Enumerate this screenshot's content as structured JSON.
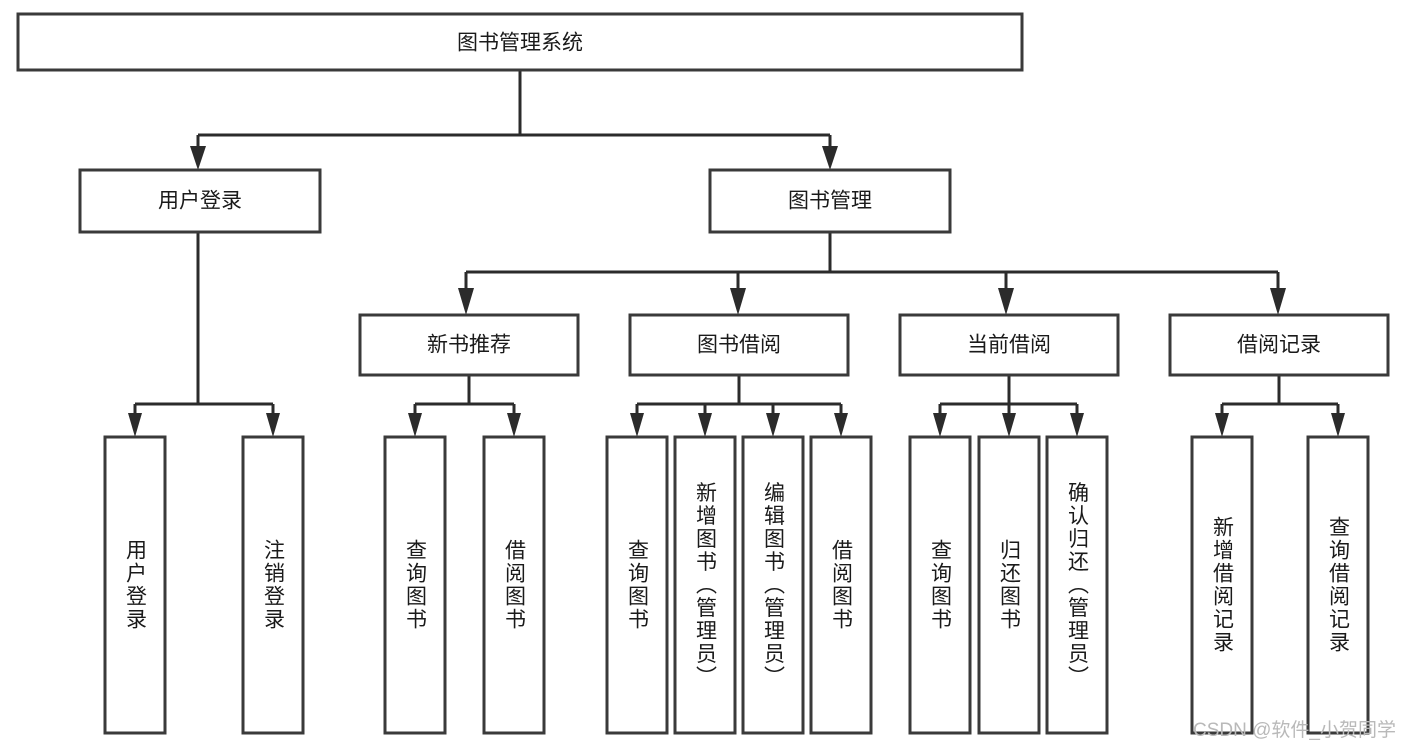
{
  "diagram": {
    "title_node": {
      "label": "图书管理系统",
      "orientation": "horizontal"
    },
    "level2": [
      {
        "id": "user-login",
        "label": "用户登录",
        "orientation": "horizontal"
      },
      {
        "id": "book-management",
        "label": "图书管理",
        "orientation": "horizontal"
      }
    ],
    "level3": [
      {
        "id": "new-book-recommend",
        "label": "新书推荐",
        "orientation": "horizontal"
      },
      {
        "id": "book-borrow",
        "label": "图书借阅",
        "orientation": "horizontal"
      },
      {
        "id": "current-borrow",
        "label": "当前借阅",
        "orientation": "horizontal"
      },
      {
        "id": "borrow-record",
        "label": "借阅记录",
        "orientation": "horizontal"
      }
    ],
    "leaves": {
      "user-login": [
        {
          "id": "leaf-user-login",
          "label": "用户登录",
          "orientation": "vertical"
        },
        {
          "id": "leaf-logout-login",
          "label": "注销登录",
          "orientation": "vertical"
        }
      ],
      "new-book-recommend": [
        {
          "id": "leaf-query-book-1",
          "label": "查询图书",
          "orientation": "vertical"
        },
        {
          "id": "leaf-borrow-book-1",
          "label": "借阅图书",
          "orientation": "vertical"
        }
      ],
      "book-borrow": [
        {
          "id": "leaf-query-book-2",
          "label": "查询图书",
          "orientation": "vertical"
        },
        {
          "id": "leaf-add-book",
          "label": "新增图书（管理员）",
          "orientation": "vertical"
        },
        {
          "id": "leaf-edit-book",
          "label": "编辑图书（管理员）",
          "orientation": "vertical"
        },
        {
          "id": "leaf-borrow-book-2",
          "label": "借阅图书",
          "orientation": "vertical"
        }
      ],
      "current-borrow": [
        {
          "id": "leaf-query-book-3",
          "label": "查询图书",
          "orientation": "vertical"
        },
        {
          "id": "leaf-return-book",
          "label": "归还图书",
          "orientation": "vertical"
        },
        {
          "id": "leaf-confirm-return",
          "label": "确认归还（管理员）",
          "orientation": "vertical"
        }
      ],
      "borrow-record": [
        {
          "id": "leaf-add-borrow-record",
          "label": "新增借阅记录",
          "orientation": "vertical"
        },
        {
          "id": "leaf-query-borrow-record",
          "label": "查询借阅记录",
          "orientation": "vertical"
        }
      ]
    },
    "watermark": "CSDN @软件_小贺同学",
    "colors": {
      "box_stroke": "#3a3a3a",
      "box_fill": "#ffffff",
      "connector": "#2b2b2b",
      "text": "#1a1a1a",
      "watermark": "#b9b9b9",
      "background": "#ffffff"
    }
  }
}
